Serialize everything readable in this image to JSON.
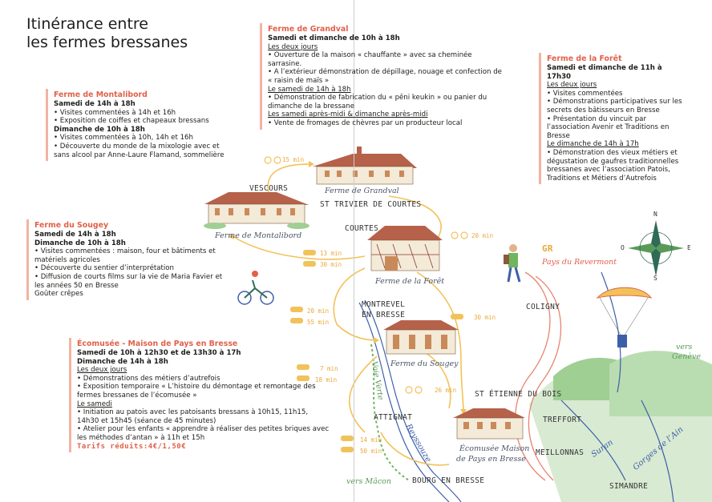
{
  "title": {
    "line1": "Itinérance entre",
    "line2": "les fermes bressanes"
  },
  "farms": {
    "grandval": {
      "name": "Ferme de Grandval",
      "lines": [
        {
          "t": "Samedi et dimanche de 10h à 18h",
          "s": "h"
        },
        {
          "t": "Les deux jours",
          "s": "u"
        },
        {
          "t": "• Ouverture de la maison « chauffante » avec sa cheminée sarrasine.",
          "s": ""
        },
        {
          "t": "• A l’extérieur démonstration de dépillage, nouage et confection de « raisin de maïs »",
          "s": ""
        },
        {
          "t": "Le samedi de 14h à 18h",
          "s": "u"
        },
        {
          "t": "• Démonstration de fabrication du « pêni keukin » ou panier du dimanche de la bressane",
          "s": ""
        },
        {
          "t": "Les samedi après-midi & dimanche après-midi",
          "s": "u"
        },
        {
          "t": "• Vente de fromages de chèvres par un producteur local",
          "s": ""
        }
      ]
    },
    "foret": {
      "name": "Ferme de la Forêt",
      "lines": [
        {
          "t": "Samedi et dimanche de 11h à 17h30",
          "s": "h"
        },
        {
          "t": "Les deux jours",
          "s": "u"
        },
        {
          "t": "• Visites commentées",
          "s": ""
        },
        {
          "t": "• Démonstrations participatives sur les secrets des bâtisseurs en Bresse",
          "s": ""
        },
        {
          "t": "• Présentation du vincuit par l’association Avenir et Traditions en Bresse",
          "s": ""
        },
        {
          "t": "Le dimanche de 14h à 17h",
          "s": "u"
        },
        {
          "t": "• Démonstration des vieux métiers et dégustation de gaufres traditionnelles bressanes avec l’association Patois, Traditions et Métiers d’Autrefois",
          "s": ""
        }
      ]
    },
    "montalibord": {
      "name": "Ferme de Montalibord",
      "lines": [
        {
          "t": "Samedi de 14h à 18h",
          "s": "h"
        },
        {
          "t": "• Visites commentées à 14h et 16h",
          "s": ""
        },
        {
          "t": "• Exposition de coiffes et chapeaux bressans",
          "s": ""
        },
        {
          "t": "Dimanche de 10h à 18h",
          "s": "h"
        },
        {
          "t": "• Visites commentées à 10h, 14h et 16h",
          "s": ""
        },
        {
          "t": "• Découverte du monde de la mixologie avec et sans alcool par Anne-Laure Flamand, sommelière",
          "s": ""
        }
      ]
    },
    "sougey": {
      "name": "Ferme du Sougey",
      "lines": [
        {
          "t": "Samedi de 14h à 18h",
          "s": "h"
        },
        {
          "t": "Dimanche de 10h à 18h",
          "s": "h"
        },
        {
          "t": "• Visites commentées : maison, four et bâtiments et matériels agricoles",
          "s": ""
        },
        {
          "t": "• Découverte du sentier d’interprétation",
          "s": ""
        },
        {
          "t": "• Diffusion de courts films sur la vie de Maria Favier et les années 50 en Bresse",
          "s": ""
        },
        {
          "t": "Goûter crêpes",
          "s": ""
        }
      ]
    },
    "ecomusee": {
      "name": "Écomusée - Maison de Pays en Bresse",
      "lines": [
        {
          "t": "Samedi de 10h à 12h30 et de 13h30 à 17h",
          "s": "h"
        },
        {
          "t": "Dimanche de 14h à 18h",
          "s": "h"
        },
        {
          "t": "Les deux jours",
          "s": "u"
        },
        {
          "t": "• Démonstrations des métiers d’autrefois",
          "s": ""
        },
        {
          "t": "• Exposition temporaire « L’histoire du démontage et remontage des fermes bressanes de l’écomusée »",
          "s": ""
        },
        {
          "t": "Le samedi",
          "s": "u"
        },
        {
          "t": "• Initiation au patois avec les patoisants bressans à 10h15, 11h15, 14h30 et 15h45 (séance de 45 minutes)",
          "s": ""
        },
        {
          "t": "• Atelier pour les enfants « apprendre à réaliser des petites briques avec les méthodes d’antan » à 11h et 15h",
          "s": ""
        },
        {
          "t": "Tarifs réduits:4€/1,50€",
          "s": "tarif"
        }
      ]
    }
  },
  "map": {
    "places": {
      "vescours": "VESCOURS",
      "st_trivier": "ST TRIVIER DE COURTES",
      "courtes": "COURTES",
      "montrevel1": "MONTREVEL",
      "montrevel2": "EN BRESSE",
      "st_etienne": "ST ÉTIENNE DU BOIS",
      "attignat": "ATTIGNAT",
      "bourg": "BOURG EN BRESSE",
      "coligny": "COLIGNY",
      "treffort": "TREFFORT",
      "meillonnas": "MEILLONNAS",
      "simandre": "SIMANDRE"
    },
    "farm_labels": {
      "grandval": "Ferme de Grandval",
      "montalibord": "Ferme de Montalibord",
      "foret": "Ferme de la Forêt",
      "sougey": "Ferme du Sougey",
      "ecomusee1": "Écomusée Maison",
      "ecomusee2": "de Pays en Bresse"
    },
    "times": {
      "t1": "15 min",
      "t2": "20 min",
      "t3": "13 min",
      "t4": "30 min",
      "t5": "20 min",
      "t6": "55 min",
      "t7": "30 min",
      "t8": "7 min",
      "t9": "18 min",
      "t10": "26 min",
      "t11": "14 min",
      "t12": "50 min"
    },
    "gr": {
      "code": "GR",
      "name": "Pays du Revermont"
    },
    "rivers": {
      "reyssouze": "Reyssouze",
      "suran": "Suran",
      "gorges": "Gorges de l’Ain"
    },
    "greenway": "Voie Verte",
    "directions": {
      "macon": "vers Mâcon",
      "geneve1": "vers",
      "geneve2": "Genève"
    },
    "compass": {
      "n": "N",
      "e": "E",
      "s": "S",
      "o": "O"
    }
  }
}
